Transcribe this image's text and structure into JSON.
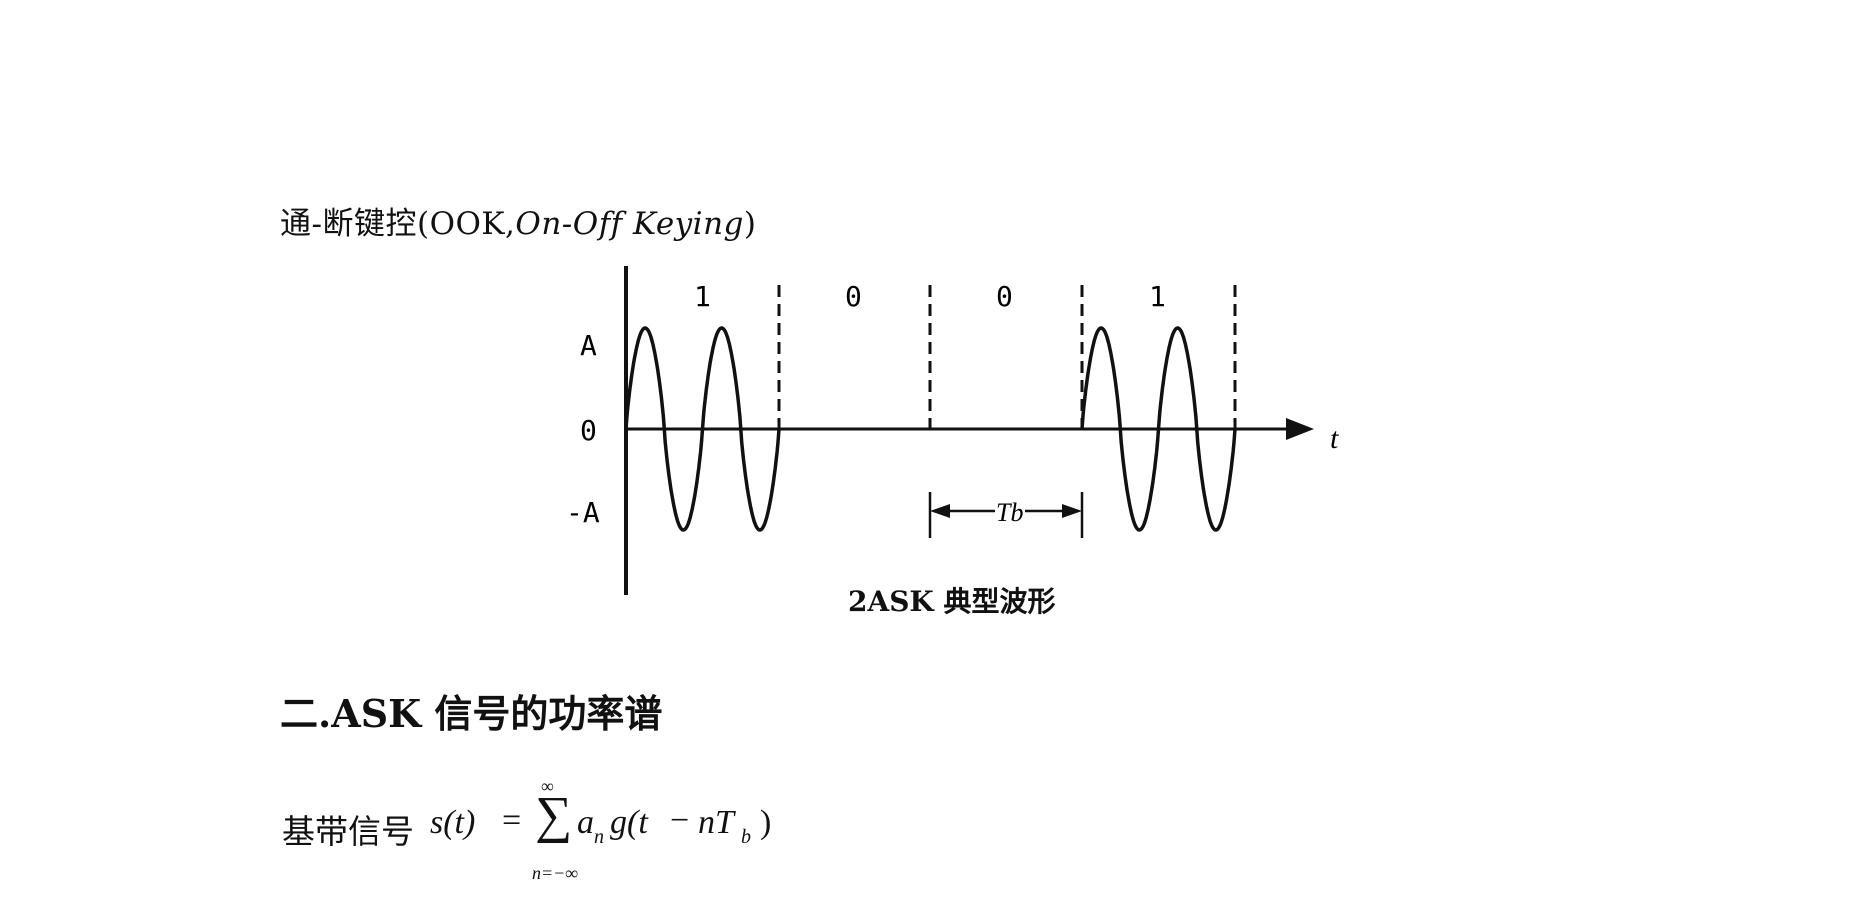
{
  "intro": {
    "prefix": "通-断键控(OOK,",
    "italic": "On-Off Keying",
    "suffix": ")"
  },
  "figure": {
    "bits": [
      "1",
      "0",
      "0",
      "1"
    ],
    "y_labels": [
      "A",
      "0",
      "-A"
    ],
    "axis_label": "t",
    "period_label": "Tb",
    "caption": "2ASK 典型波形"
  },
  "section": {
    "heading": "二.ASK 信号的功率谱"
  },
  "formula": {
    "lead": "基带信号",
    "lhs": "s(t)",
    "eq": "=",
    "sum_upper": "∞",
    "sum": "∑",
    "sum_lower": "n=−∞",
    "a": "a",
    "a_sub": "n",
    "g": "g(t",
    "minus": "−",
    "nT": "nT",
    "T_sub": "b",
    "close": ")"
  }
}
